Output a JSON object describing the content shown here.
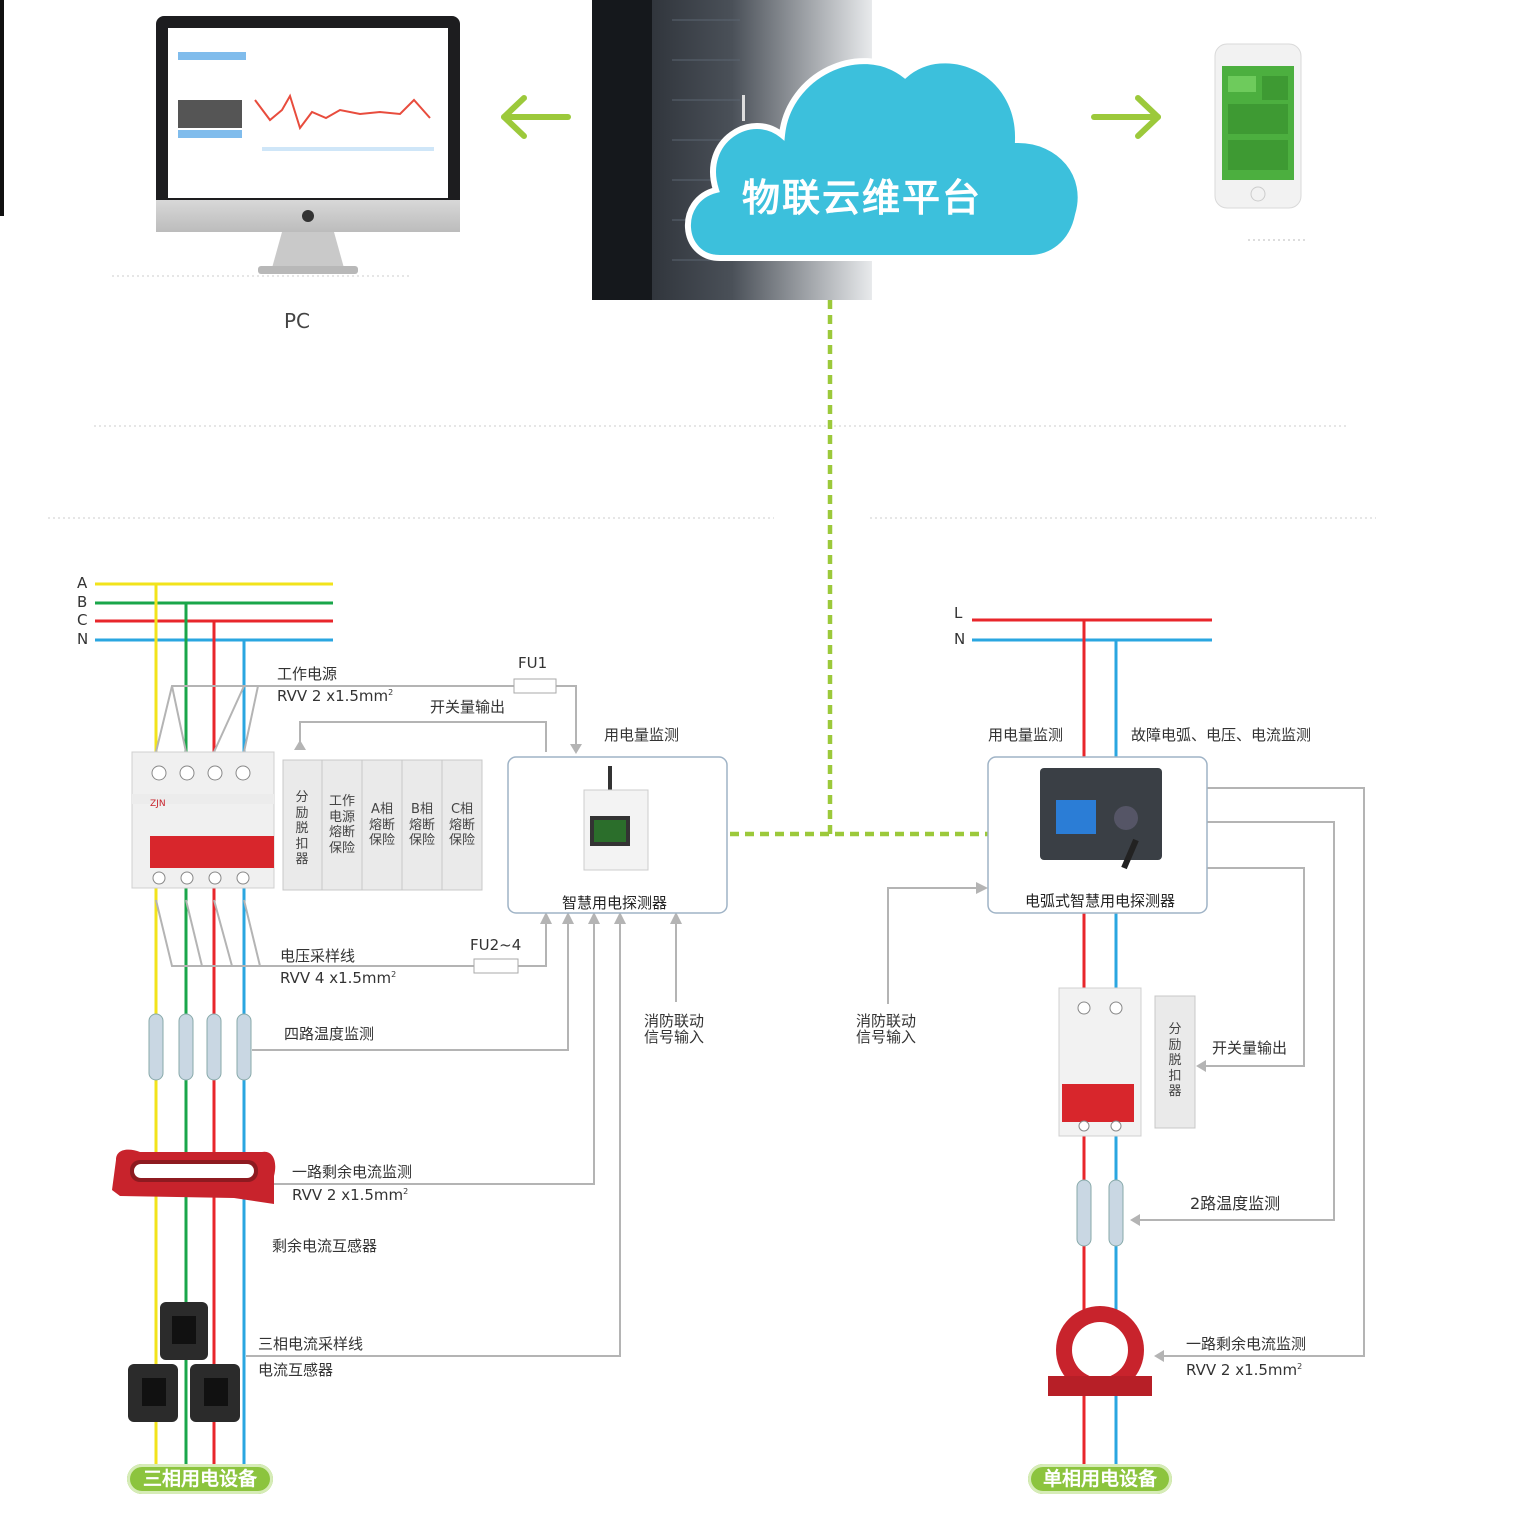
{
  "cloud": {
    "label": "物联云维平台"
  },
  "pc": {
    "label": "PC"
  },
  "three_phase": {
    "phases": [
      "A",
      "B",
      "C",
      "N"
    ],
    "work_power": "工作电源",
    "work_power_cable": "RVV 2 x1.5mm",
    "fu1": "FU1",
    "switch_output": "开关量输出",
    "energy_monitor": "用电量监测",
    "module_cells": [
      "分励脱扣器",
      "工作电源熔断保险",
      "A相熔断保险",
      "B相熔断保险",
      "C相熔断保险"
    ],
    "detector_name": "智慧用电探测器",
    "voltage_line": "电压采样线",
    "voltage_cable": "RVV 4 x1.5mm",
    "fu2": "FU2~4",
    "temp_monitor": "四路温度监测",
    "fire_input": "消防联动\n信号输入",
    "residual_monitor": "一路剩余电流监测",
    "residual_cable": "RVV 2 x1.5mm",
    "residual_ct": "剩余电流互感器",
    "current_line": "三相电流采样线",
    "current_ct": "电流互感器",
    "equipment": "三相用电设备"
  },
  "single_phase": {
    "phases": [
      "L",
      "N"
    ],
    "energy_monitor": "用电量监测",
    "fault_monitor": "故障电弧、电压、电流监测",
    "detector_name": "电弧式智慧用电探测器",
    "fire_input": "消防联动\n信号输入",
    "shunt_trip": "分励脱扣器",
    "switch_output": "开关量输出",
    "temp_monitor": "2路温度监测",
    "residual_monitor": "一路剩余电流监测",
    "residual_cable": "RVV 2 x1.5mm",
    "equipment": "单相用电设备"
  },
  "colors": {
    "phase_a": "#f2e31b",
    "phase_b": "#1aa64a",
    "phase_c": "#e8262b",
    "neutral": "#2aa6e0",
    "link_dash": "#9cc93b",
    "wire_gray": "#b4b4b4",
    "cloud": "#3cc0dc",
    "breaker_red": "#d8262c",
    "pill_green": "#8cc43e"
  }
}
